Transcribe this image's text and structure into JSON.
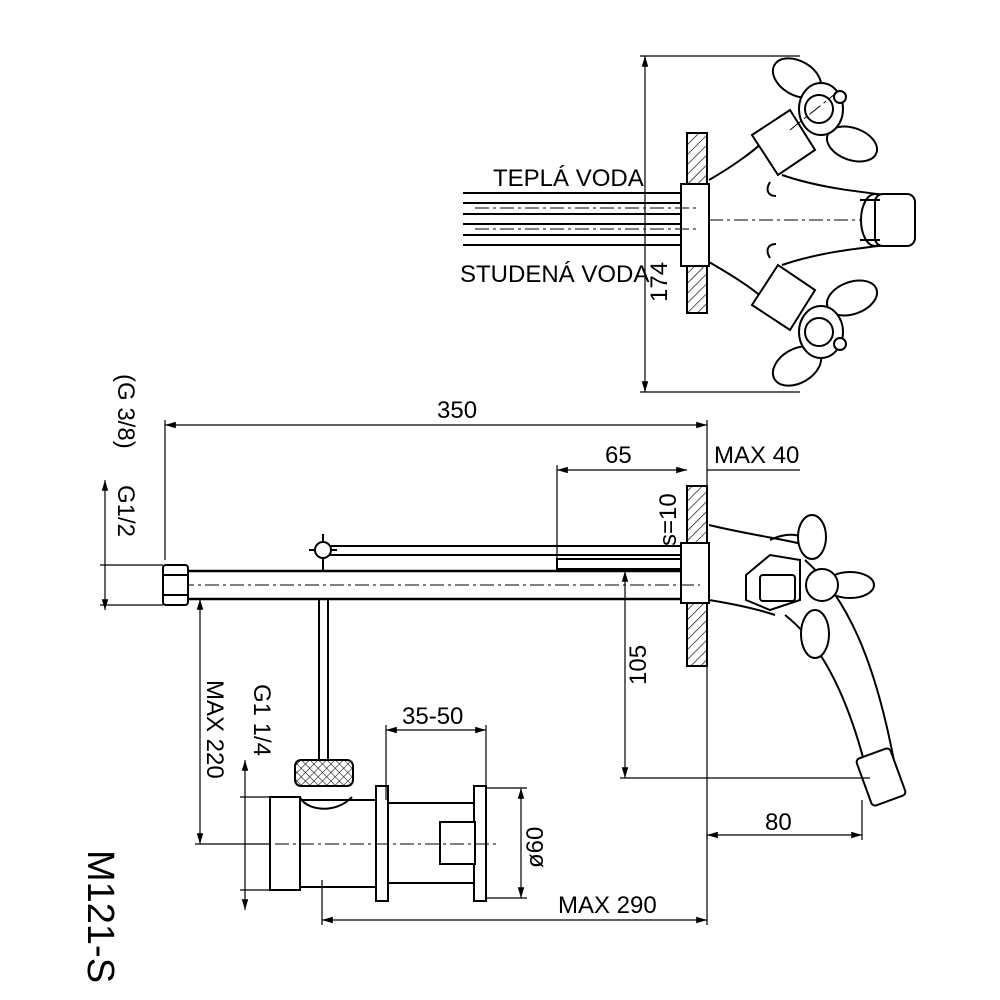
{
  "labels": {
    "hot_water": "TEPLÁ VODA",
    "cold_water": "STUDENÁ VODA",
    "dim_174": "174",
    "dim_350": "350",
    "dim_65": "65",
    "dim_max40": "MAX 40",
    "dim_s10": "s=10",
    "dim_105": "105",
    "dim_80": "80",
    "dim_max290": "MAX 290",
    "dim_35_50": "35-50",
    "dim_d60": "ø60",
    "dim_max220": "MAX 220",
    "thread_g114": "G1 1/4",
    "thread_g38": "(G 3/8)",
    "thread_g12": "G1/2",
    "model": "M121-S"
  }
}
